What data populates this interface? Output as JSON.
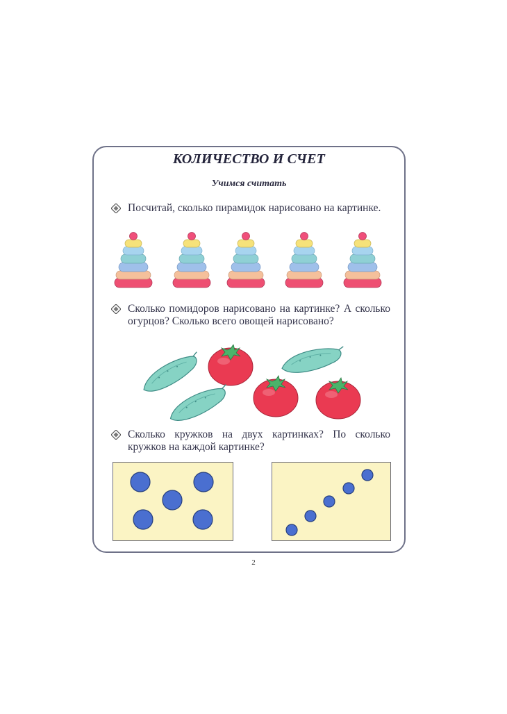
{
  "page": {
    "title": "КОЛИЧЕСТВО И СЧЕТ",
    "subtitle": "Учимся считать",
    "page_number": "2"
  },
  "tasks": [
    {
      "text": "Посчитай, сколько пирамидок нарисовано на картинке."
    },
    {
      "text": "Сколько помидоров нарисовано на картинке? А сколько огурцов? Сколько всего овощей нарисовано?"
    },
    {
      "text": "Сколько кружков на двух картинках? По сколько кружков на каждой картинке?"
    }
  ],
  "illustrations": {
    "pyramids": {
      "count": 5
    },
    "vegetables": {
      "cucumbers": 3,
      "tomatoes": 3
    },
    "circle_boxes": [
      {
        "circles": 5
      },
      {
        "circles": 5
      }
    ]
  },
  "colors": {
    "frame": "#6e7188",
    "box_fill": "#fbf4c4",
    "circle": "#4a6fd0",
    "tomato": "#e8384f",
    "cucumber": "#7fcfc0"
  },
  "icons": {
    "bullet": "diamond-bullet-icon"
  }
}
